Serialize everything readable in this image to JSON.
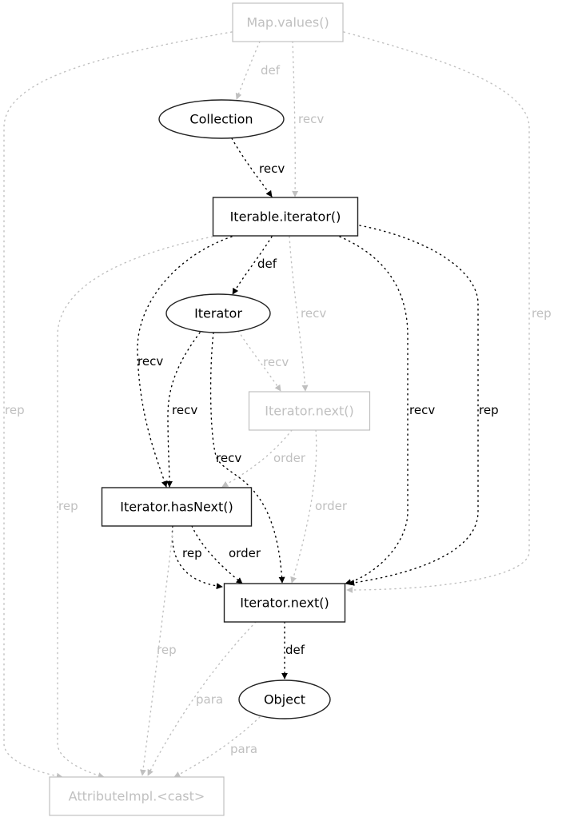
{
  "colors": {
    "active": "#000000",
    "inactive": "#c0c0c0"
  },
  "nodes": [
    {
      "id": "map_values",
      "label": "Map.values()",
      "shape": "box",
      "status": "inactive"
    },
    {
      "id": "collection",
      "label": "Collection",
      "shape": "ellipse",
      "status": "active"
    },
    {
      "id": "iterable_iterator",
      "label": "Iterable.iterator()",
      "shape": "box",
      "status": "active"
    },
    {
      "id": "iterator",
      "label": "Iterator",
      "shape": "ellipse",
      "status": "active"
    },
    {
      "id": "iterator_next_inactive",
      "label": "Iterator.next()",
      "shape": "box",
      "status": "inactive"
    },
    {
      "id": "iterator_hasnext",
      "label": "Iterator.hasNext()",
      "shape": "box",
      "status": "active"
    },
    {
      "id": "iterator_next",
      "label": "Iterator.next()",
      "shape": "box",
      "status": "active"
    },
    {
      "id": "object",
      "label": "Object",
      "shape": "ellipse",
      "status": "active"
    },
    {
      "id": "attributeimpl_cast",
      "label": "AttributeImpl.<cast>",
      "shape": "box",
      "status": "inactive"
    }
  ],
  "edges": [
    {
      "from": "map_values",
      "to": "collection",
      "label": "def",
      "status": "inactive"
    },
    {
      "from": "map_values",
      "to": "iterable_iterator",
      "label": "recv",
      "status": "inactive"
    },
    {
      "from": "map_values",
      "to": "attributeimpl_cast",
      "label": "rep",
      "status": "inactive"
    },
    {
      "from": "map_values",
      "to": "iterator_next",
      "label": "rep",
      "status": "inactive"
    },
    {
      "from": "collection",
      "to": "iterable_iterator",
      "label": "recv",
      "status": "active"
    },
    {
      "from": "iterable_iterator",
      "to": "iterator",
      "label": "def",
      "status": "active"
    },
    {
      "from": "iterable_iterator",
      "to": "iterator_next_inactive",
      "label": "recv",
      "status": "inactive"
    },
    {
      "from": "iterable_iterator",
      "to": "iterator_hasnext",
      "label": "recv",
      "status": "active"
    },
    {
      "from": "iterable_iterator",
      "to": "iterator_next",
      "label": "recv",
      "status": "active"
    },
    {
      "from": "iterable_iterator",
      "to": "iterator_next",
      "label": "rep",
      "status": "active"
    },
    {
      "from": "iterable_iterator",
      "to": "attributeimpl_cast",
      "label": "rep",
      "status": "inactive"
    },
    {
      "from": "iterator",
      "to": "iterator_next_inactive",
      "label": "recv",
      "status": "inactive"
    },
    {
      "from": "iterator",
      "to": "iterator_hasnext",
      "label": "recv",
      "status": "active"
    },
    {
      "from": "iterator",
      "to": "iterator_next",
      "label": "recv",
      "status": "active"
    },
    {
      "from": "iterator_next_inactive",
      "to": "iterator_hasnext",
      "label": "order",
      "status": "inactive"
    },
    {
      "from": "iterator_next_inactive",
      "to": "iterator_next",
      "label": "order",
      "status": "inactive"
    },
    {
      "from": "iterator_hasnext",
      "to": "iterator_next",
      "label": "rep",
      "status": "active"
    },
    {
      "from": "iterator_hasnext",
      "to": "iterator_next",
      "label": "order",
      "status": "active"
    },
    {
      "from": "iterator_hasnext",
      "to": "attributeimpl_cast",
      "label": "rep",
      "status": "inactive"
    },
    {
      "from": "iterator_next",
      "to": "object",
      "label": "def",
      "status": "active"
    },
    {
      "from": "iterator_next",
      "to": "attributeimpl_cast",
      "label": "para",
      "status": "inactive"
    },
    {
      "from": "object",
      "to": "attributeimpl_cast",
      "label": "para",
      "status": "inactive"
    }
  ]
}
